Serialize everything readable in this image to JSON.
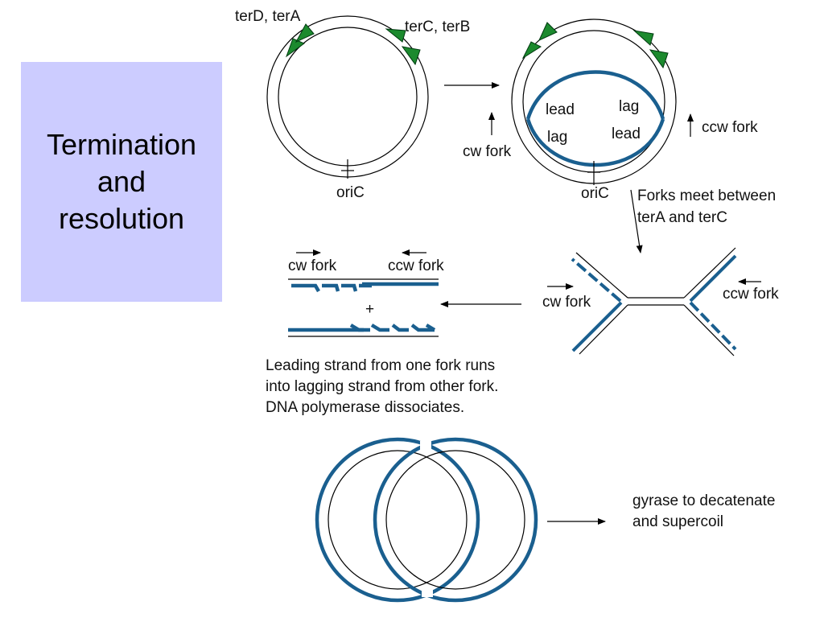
{
  "title": [
    "Termination",
    "and",
    "resolution"
  ],
  "colors": {
    "strand": "#1a5f8f",
    "ter_site": "#0f8a2a",
    "title_bg": "#ccccff",
    "line": "#000000"
  },
  "labels": {
    "ter_d_a": "terD, terA",
    "ter_c_b": "terC, terB",
    "ori_1": "oriC",
    "ori_2": "oriC",
    "cw_fork": "cw fork",
    "ccw_fork": "ccw fork",
    "lead_left": "lead",
    "lag_left": "lag",
    "lag_right": "lag",
    "lead_right": "lead",
    "forks_meet_1": "Forks meet between",
    "forks_meet_2": "terA and terC",
    "cw_fork_y": "cw fork",
    "ccw_fork_y": "ccw fork",
    "cw_fork_lin": "cw fork",
    "ccw_fork_lin": "ccw fork",
    "plus": "+",
    "leading_1": "Leading strand from one fork runs",
    "leading_2": "into lagging strand from other fork.",
    "leading_3": "DNA polymerase dissociates.",
    "gyrase_1": "gyrase to decatenate",
    "gyrase_2": "and supercoil"
  }
}
